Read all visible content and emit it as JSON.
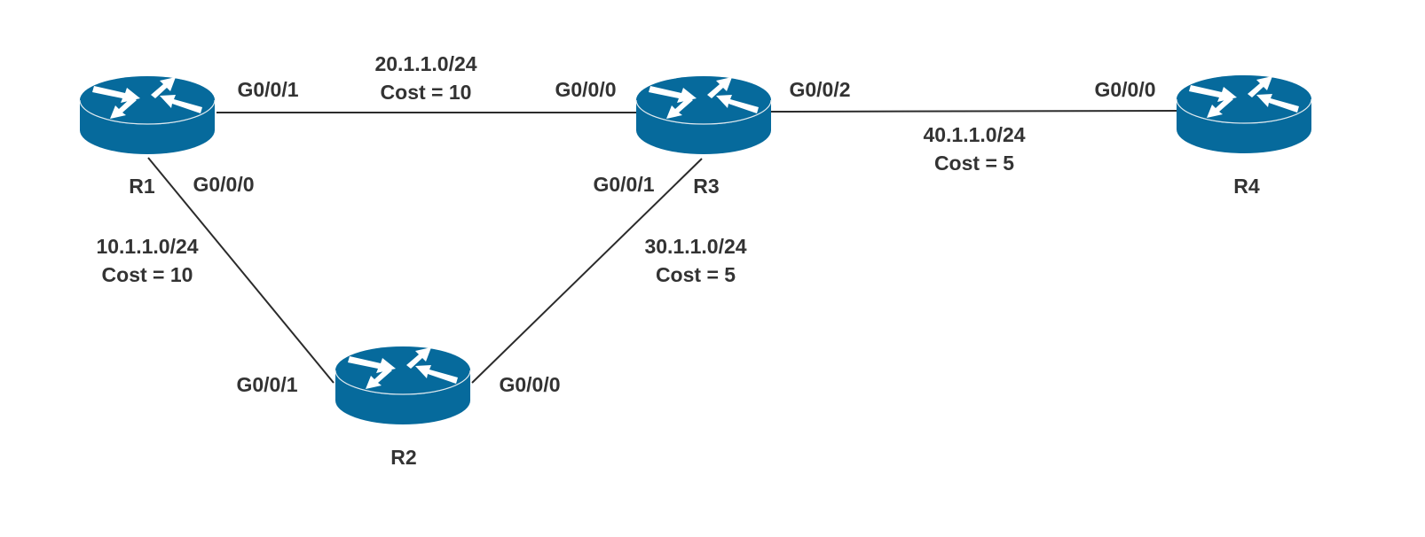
{
  "diagram": {
    "title": "",
    "router_color": "#066a9c",
    "routers": [
      {
        "id": "R1",
        "label": "R1"
      },
      {
        "id": "R2",
        "label": "R2"
      },
      {
        "id": "R3",
        "label": "R3"
      },
      {
        "id": "R4",
        "label": "R4"
      }
    ],
    "links": [
      {
        "from": "R1",
        "to": "R3",
        "network": "20.1.1.0/24",
        "cost": "Cost = 10",
        "from_if": "G0/0/1",
        "to_if": "G0/0/0"
      },
      {
        "from": "R1",
        "to": "R2",
        "network": "10.1.1.0/24",
        "cost": "Cost = 10",
        "from_if": "G0/0/0",
        "to_if": "G0/0/1"
      },
      {
        "from": "R2",
        "to": "R3",
        "network": "30.1.1.0/24",
        "cost": "Cost = 5",
        "from_if": "G0/0/0",
        "to_if": "G0/0/1"
      },
      {
        "from": "R3",
        "to": "R4",
        "network": "40.1.1.0/24",
        "cost": "Cost = 5",
        "from_if": "G0/0/2",
        "to_if": "G0/0/0"
      }
    ]
  }
}
